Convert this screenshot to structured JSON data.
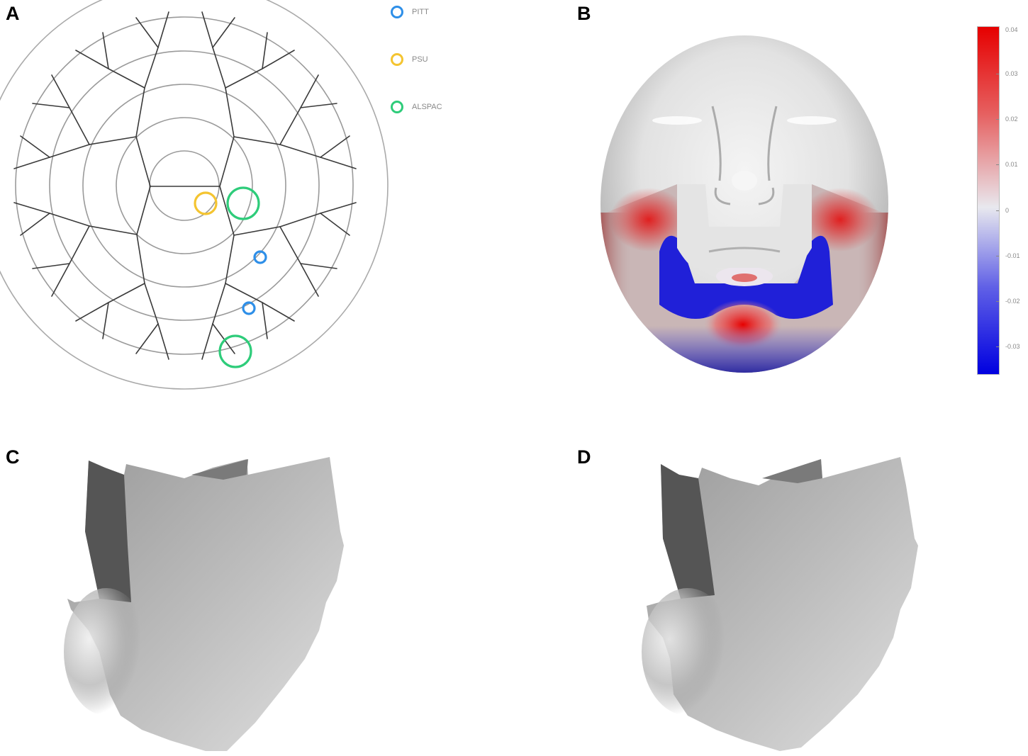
{
  "panels": {
    "a": {
      "label": "A"
    },
    "b": {
      "label": "B"
    },
    "c": {
      "label": "C"
    },
    "d": {
      "label": "D"
    }
  },
  "legend": {
    "items": [
      {
        "label": "PITT",
        "color": "#2e8fe8"
      },
      {
        "label": "PSU",
        "color": "#f4c430"
      },
      {
        "label": "ALSPAC",
        "color": "#2ecc7a"
      }
    ]
  },
  "colorbar": {
    "ticks": [
      "0.04",
      "0.03",
      "0.02",
      "0.01",
      "0",
      "-0.01",
      "-0.02",
      "-0.03"
    ],
    "max_color": "#e60000",
    "mid_color": "#e8e8ee",
    "min_color": "#0000e0"
  },
  "diagram": {
    "type": "radial-partition-tree",
    "rings": 6,
    "markers": [
      {
        "cohort": "PSU",
        "position": "center"
      },
      {
        "cohort": "ALSPAC",
        "position": "level1-right"
      },
      {
        "cohort": "PITT",
        "position": "level2-lower-right"
      },
      {
        "cohort": "PITT",
        "position": "level3-lower-right"
      },
      {
        "cohort": "ALSPAC",
        "position": "level4-lower-right"
      }
    ]
  }
}
